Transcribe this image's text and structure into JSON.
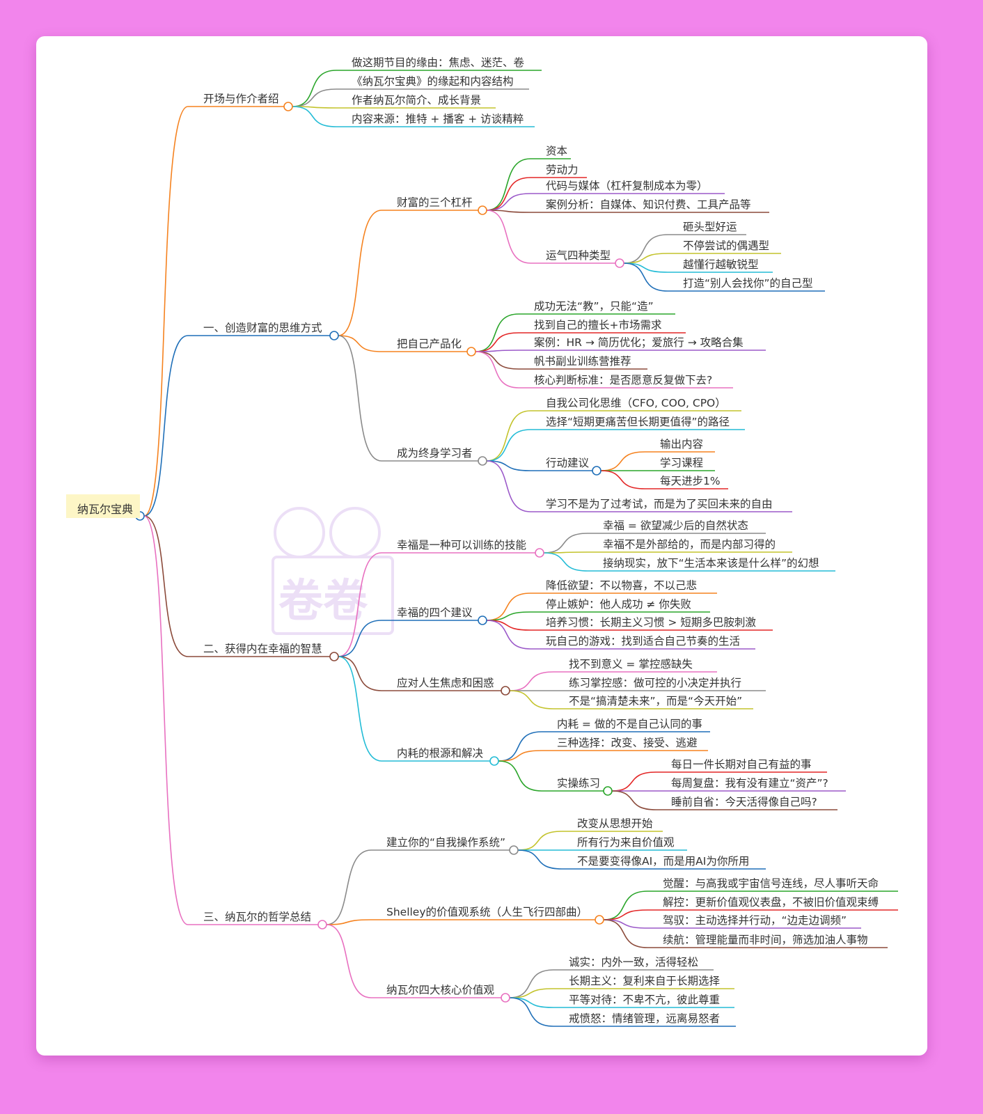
{
  "root": {
    "label": "纳瓦尔宝典",
    "color": "#1f6fb8"
  },
  "watermark": "卷卷",
  "colors": {
    "orange": "#f5821f",
    "green": "#2aa52a",
    "gray": "#8a8a8a",
    "olive": "#c3c32c",
    "cyan": "#23bcd6",
    "blue": "#1f6fb8",
    "red": "#e32626",
    "purple": "#9b59c9",
    "brown": "#8b4a3a",
    "pink": "#e870c0"
  },
  "nodes": [
    {
      "label": "开场与作介者绍",
      "color": "orange",
      "children": [
        {
          "label": "做这期节目的缘由：焦虑、迷茫、卷",
          "color": "green"
        },
        {
          "label": "《纳瓦尔宝典》的缘起和内容结构",
          "color": "gray"
        },
        {
          "label": "作者纳瓦尔简介、成长背景",
          "color": "olive"
        },
        {
          "label": "内容来源：推特 + 播客 + 访谈精粹",
          "color": "cyan"
        }
      ]
    },
    {
      "label": "一、创造财富的思维方式",
      "color": "blue",
      "children": [
        {
          "label": "财富的三个杠杆",
          "color": "orange",
          "children": [
            {
              "label": "资本",
              "color": "green"
            },
            {
              "label": "劳动力",
              "color": "red"
            },
            {
              "label": "代码与媒体（杠杆复制成本为零）",
              "color": "purple"
            },
            {
              "label": "案例分析：自媒体、知识付费、工具产品等",
              "color": "brown"
            },
            {
              "label": "运气四种类型",
              "color": "pink",
              "children": [
                {
                  "label": "砸头型好运",
                  "color": "gray"
                },
                {
                  "label": "不停尝试的偶遇型",
                  "color": "olive"
                },
                {
                  "label": "越懂行越敏锐型",
                  "color": "cyan"
                },
                {
                  "label": "打造“别人会找你”的自己型",
                  "color": "blue"
                }
              ]
            }
          ]
        },
        {
          "label": "把自己产品化",
          "color": "orange",
          "children": [
            {
              "label": "成功无法“教”，只能“造”",
              "color": "green"
            },
            {
              "label": "找到自己的擅长+市场需求",
              "color": "red"
            },
            {
              "label": "案例：HR → 简历优化；爱旅行 → 攻略合集",
              "color": "purple"
            },
            {
              "label": "帆书副业训练营推荐",
              "color": "brown"
            },
            {
              "label": "核心判断标准：是否愿意反复做下去?",
              "color": "pink"
            }
          ]
        },
        {
          "label": "成为终身学习者",
          "color": "gray",
          "children": [
            {
              "label": "自我公司化思维（CFO, COO, CPO）",
              "color": "olive"
            },
            {
              "label": "选择“短期更痛苦但长期更值得”的路径",
              "color": "cyan"
            },
            {
              "label": "行动建议",
              "color": "blue",
              "children": [
                {
                  "label": "输出内容",
                  "color": "orange"
                },
                {
                  "label": "学习课程",
                  "color": "green"
                },
                {
                  "label": "每天进步1%",
                  "color": "red"
                }
              ]
            },
            {
              "label": "学习不是为了过考试，而是为了买回未来的自由",
              "color": "purple"
            }
          ]
        }
      ]
    },
    {
      "label": "二、获得内在幸福的智慧",
      "color": "brown",
      "children": [
        {
          "label": "幸福是一种可以训练的技能",
          "color": "pink",
          "children": [
            {
              "label": "幸福 = 欲望减少后的自然状态",
              "color": "gray"
            },
            {
              "label": "幸福不是外部给的，而是内部习得的",
              "color": "olive"
            },
            {
              "label": "接纳现实，放下“生活本来该是什么样”的幻想",
              "color": "cyan"
            }
          ]
        },
        {
          "label": "幸福的四个建议",
          "color": "blue",
          "children": [
            {
              "label": "降低欲望：不以物喜，不以己悲",
              "color": "orange"
            },
            {
              "label": "停止嫉妒：他人成功 ≠ 你失败",
              "color": "green"
            },
            {
              "label": "培养习惯：长期主义习惯 > 短期多巴胺刺激",
              "color": "red"
            },
            {
              "label": "玩自己的游戏：找到适合自己节奏的生活",
              "color": "purple"
            }
          ]
        },
        {
          "label": "应对人生焦虑和困惑",
          "color": "brown",
          "children": [
            {
              "label": "找不到意义 = 掌控感缺失",
              "color": "pink"
            },
            {
              "label": "练习掌控感：做可控的小决定并执行",
              "color": "gray"
            },
            {
              "label": "不是“搞清楚未来”，而是“今天开始”",
              "color": "olive"
            }
          ]
        },
        {
          "label": "内耗的根源和解决",
          "color": "cyan",
          "children": [
            {
              "label": "内耗 = 做的不是自己认同的事",
              "color": "blue"
            },
            {
              "label": "三种选择：改变、接受、逃避",
              "color": "orange"
            },
            {
              "label": "实操练习",
              "color": "green",
              "children": [
                {
                  "label": "每日一件长期对自己有益的事",
                  "color": "red"
                },
                {
                  "label": "每周复盘：我有没有建立“资产”?",
                  "color": "purple"
                },
                {
                  "label": "睡前自省：今天活得像自己吗?",
                  "color": "brown"
                }
              ]
            }
          ]
        }
      ]
    },
    {
      "label": "三、纳瓦尔的哲学总结",
      "color": "pink",
      "children": [
        {
          "label": "建立你的“自我操作系统”",
          "color": "gray",
          "children": [
            {
              "label": "改变从思想开始",
              "color": "olive"
            },
            {
              "label": "所有行为来自价值观",
              "color": "cyan"
            },
            {
              "label": "不是要变得像AI，而是用AI为你所用",
              "color": "blue"
            }
          ]
        },
        {
          "label": "Shelley的价值观系统（人生飞行四部曲）",
          "color": "orange",
          "children": [
            {
              "label": "觉醒：与高我或宇宙信号连线，尽人事听天命",
              "color": "green"
            },
            {
              "label": "解控：更新价值观仪表盘，不被旧价值观束缚",
              "color": "red"
            },
            {
              "label": "驾驭：主动选择并行动，“边走边调频”",
              "color": "purple"
            },
            {
              "label": "续航：管理能量而非时间，筛选加油人事物",
              "color": "brown"
            }
          ]
        },
        {
          "label": "纳瓦尔四大核心价值观",
          "color": "pink",
          "children": [
            {
              "label": "诚实：内外一致，活得轻松",
              "color": "gray"
            },
            {
              "label": "长期主义：复利来自于长期选择",
              "color": "olive"
            },
            {
              "label": "平等对待：不卑不亢，彼此尊重",
              "color": "cyan"
            },
            {
              "label": "戒愤怒：情绪管理，远离易怒者",
              "color": "blue"
            }
          ]
        }
      ]
    }
  ]
}
